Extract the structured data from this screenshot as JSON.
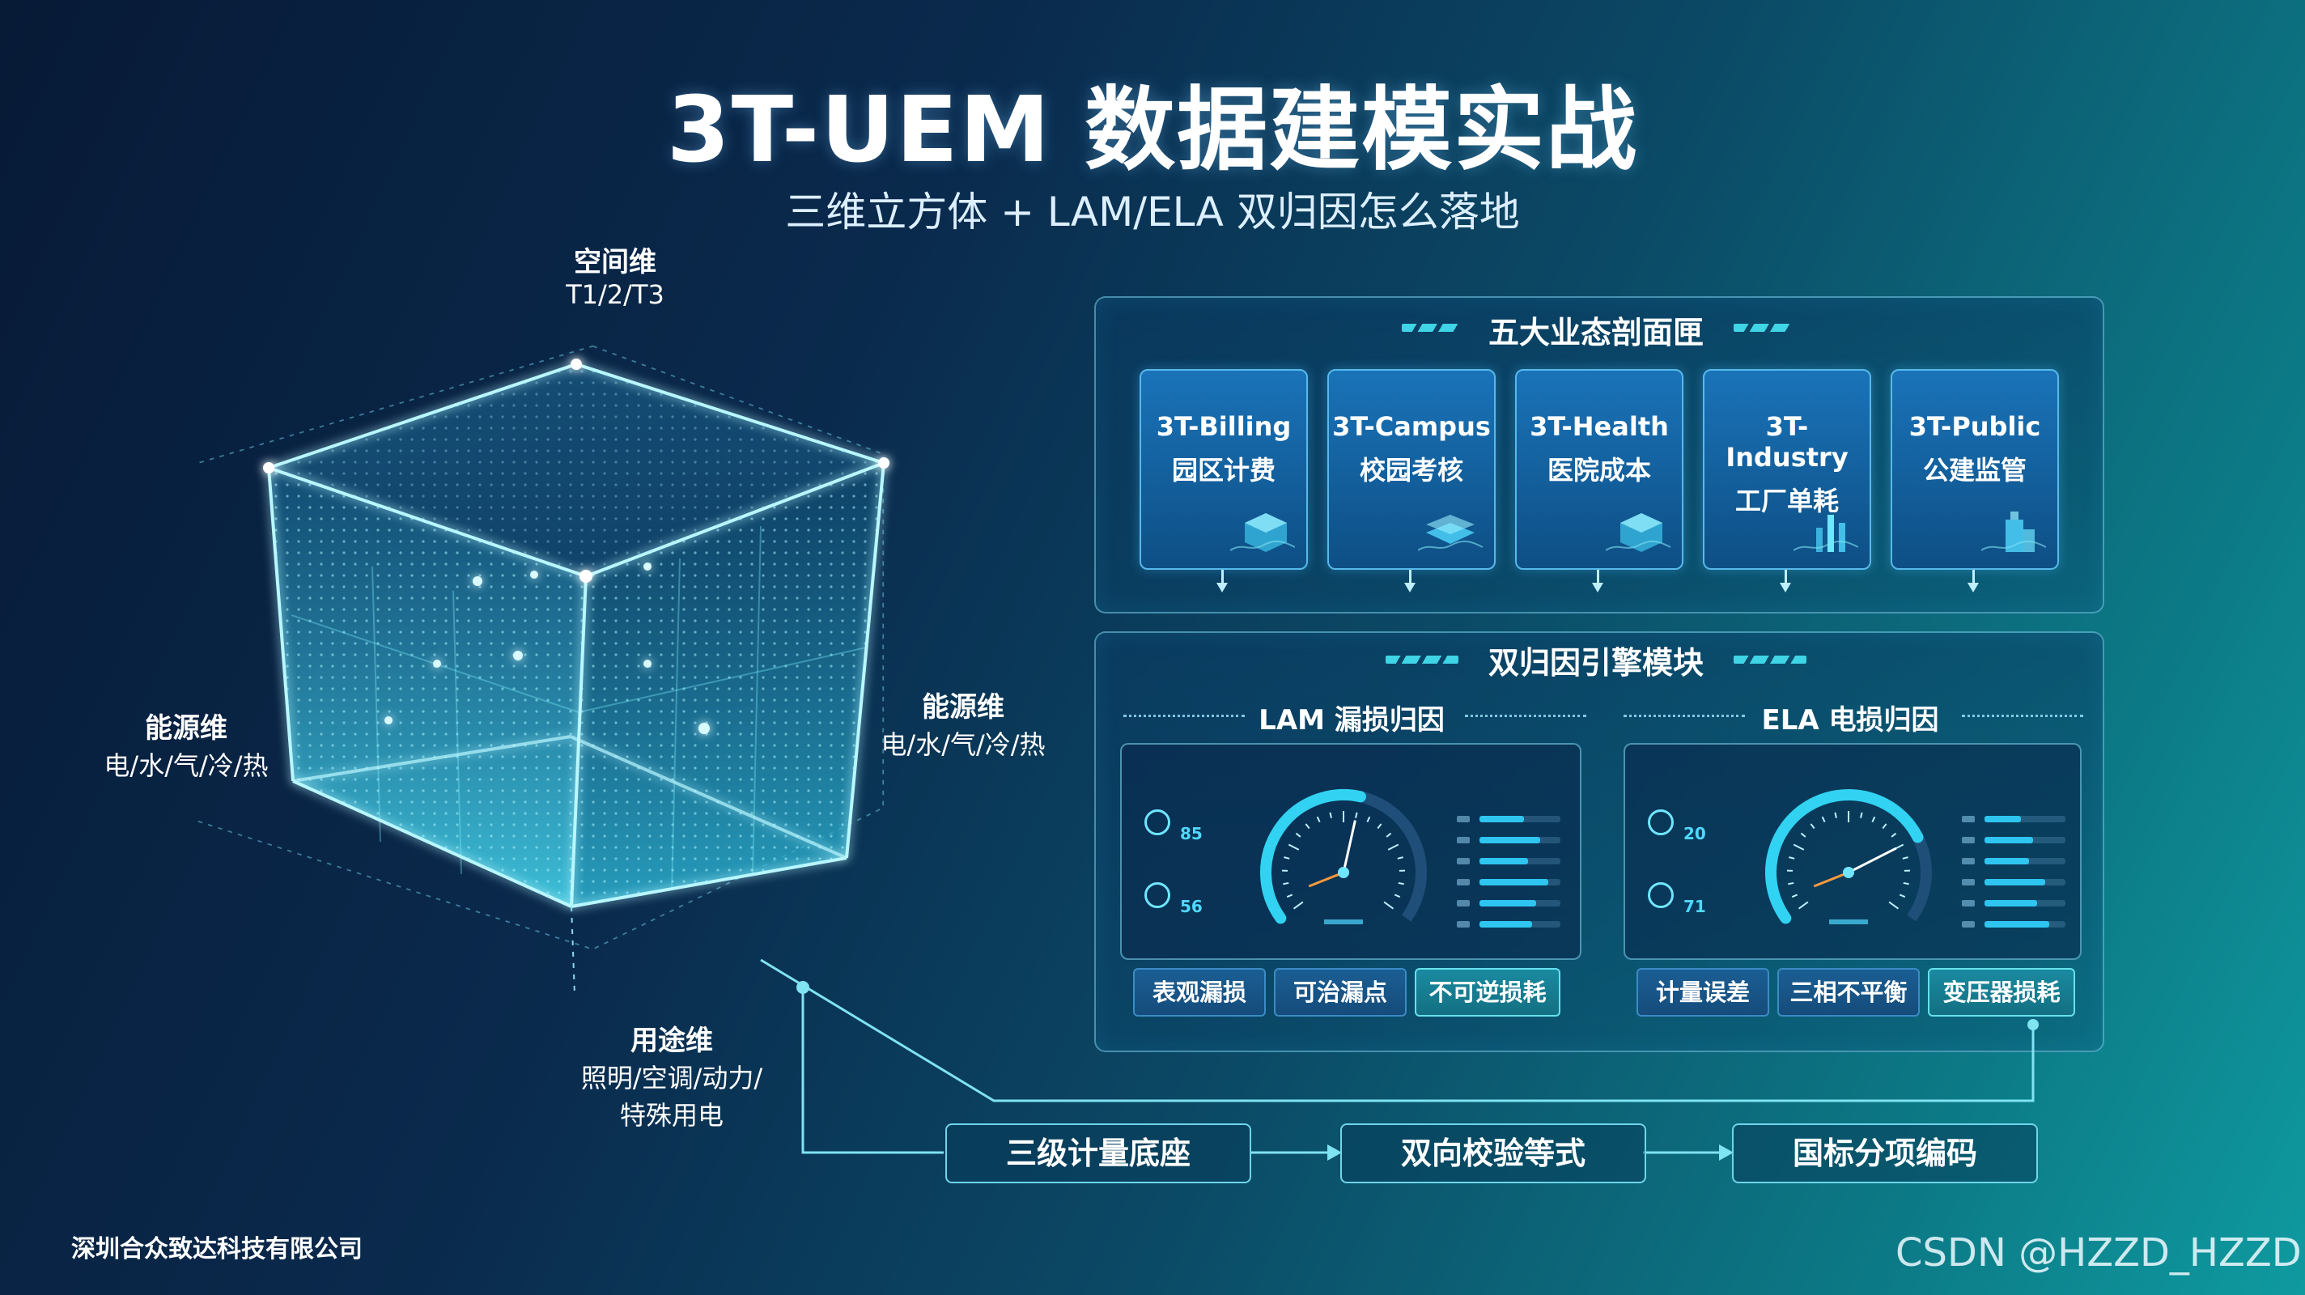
{
  "header": {
    "title": "3T-UEM 数据建模实战",
    "subtitle": "三维立方体 + LAM/ELA 双归因怎么落地"
  },
  "cube": {
    "axis_top": {
      "name": "空间维",
      "values": "T1/2/T3"
    },
    "axis_left": {
      "name": "能源维",
      "values": "电/水/气/冷/热"
    },
    "axis_right": {
      "name": "能源维",
      "values": "电/水/气/冷/热"
    },
    "axis_bottom": {
      "name": "用途维",
      "values_line1": "照明/空调/动力/",
      "values_line2": "特殊用电"
    }
  },
  "business_panel": {
    "title": "五大业态剖面匣",
    "cards": [
      {
        "code": "3T-Billing",
        "name": "园区计费",
        "icon": "cube-icon"
      },
      {
        "code": "3T-Campus",
        "name": "校园考核",
        "icon": "layers-icon"
      },
      {
        "code": "3T-Health",
        "name": "医院成本",
        "icon": "cube-icon"
      },
      {
        "code": "3T-Industry",
        "name": "工厂单耗",
        "icon": "bar-chart-icon"
      },
      {
        "code": "3T-Public",
        "name": "公建监管",
        "icon": "building-icon"
      }
    ]
  },
  "engine_panel": {
    "title": "双归因引擎模块",
    "lam": {
      "title": "LAM 漏损归因",
      "stats": [
        {
          "value": "85"
        },
        {
          "value": "56"
        }
      ],
      "gauge_fraction": 0.55,
      "bars": [
        0.55,
        0.75,
        0.6,
        0.85,
        0.7,
        0.65
      ],
      "tags": [
        "表观漏损",
        "可治漏点",
        "不可逆损耗"
      ],
      "active_tag": 2
    },
    "ela": {
      "title": "ELA 电损归因",
      "stats": [
        {
          "value": "20"
        },
        {
          "value": "71"
        }
      ],
      "gauge_fraction": 0.75,
      "bars": [
        0.45,
        0.6,
        0.55,
        0.75,
        0.65,
        0.8
      ],
      "tags": [
        "计量误差",
        "三相不平衡",
        "变压器损耗"
      ],
      "active_tag": 2
    }
  },
  "flow": {
    "steps": [
      "三级计量底座",
      "双向校验等式",
      "国标分项编码"
    ]
  },
  "footer": {
    "company": "深圳合众致达科技有限公司",
    "watermark": "CSDN @HZZD_HZZD"
  },
  "colors": {
    "accent": "#3fd4e6",
    "cube_glow": "#5ee6ff",
    "card_blue": "#1a73b8"
  }
}
